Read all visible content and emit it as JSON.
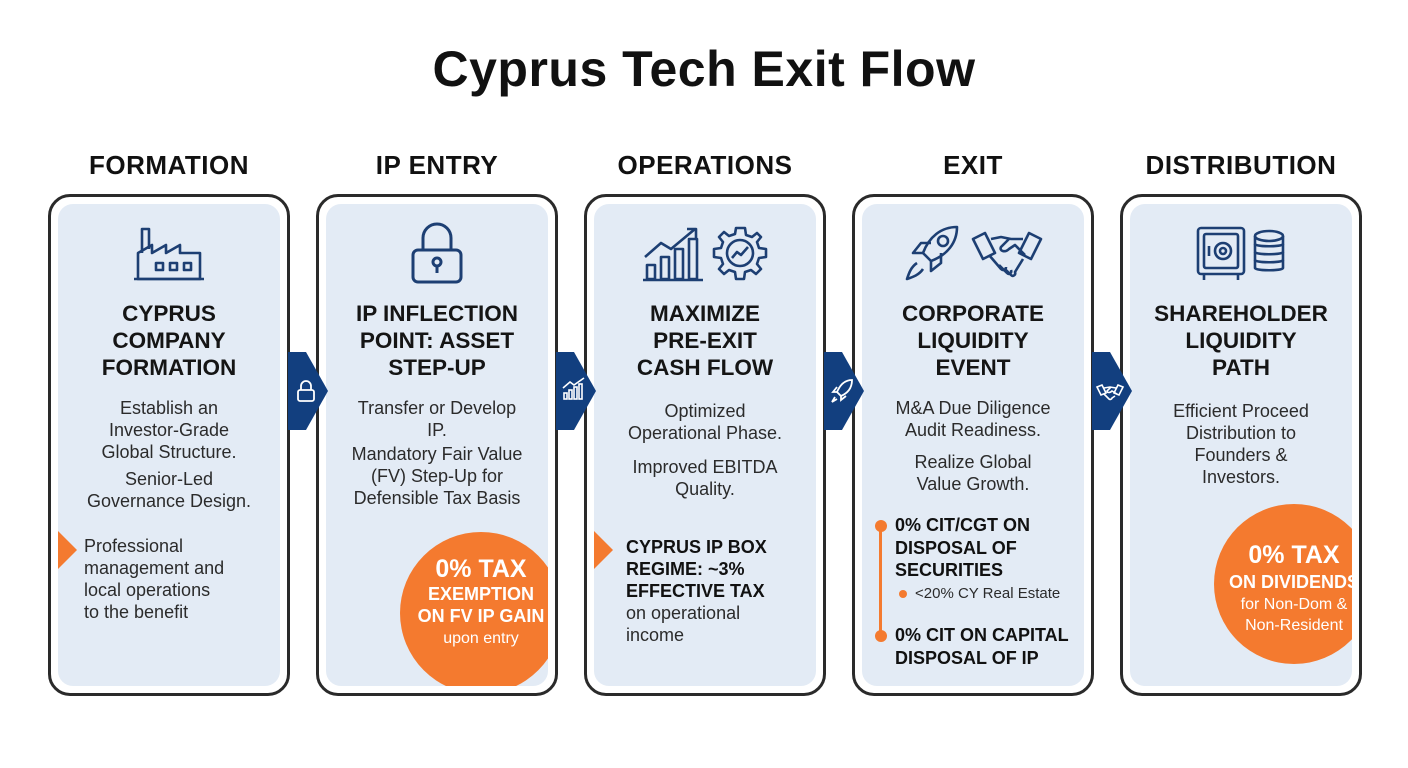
{
  "title": "Cyprus Tech Exit Flow",
  "colors": {
    "accent": "#f47a2f",
    "navy": "#123f7f",
    "card_bg": "#e3ebf5",
    "border": "#2a2a2a"
  },
  "columns": [
    {
      "stage": "FORMATION",
      "icons": [
        "factory-icon"
      ],
      "heading": [
        "CYPRUS",
        "COMPANY",
        "FORMATION"
      ],
      "lines": [
        "Establish an",
        "Investor-Grade",
        "Global Structure."
      ],
      "lines2": [
        "Senior-Led",
        "Governance Design."
      ],
      "bullet": [
        "Professional",
        "management and",
        "local operations",
        "to the benefit"
      ]
    },
    {
      "stage": "IP ENTRY",
      "icons": [
        "lock-icon"
      ],
      "heading": [
        "IP INFLECTION",
        "POINT: ASSET",
        "STEP-UP"
      ],
      "lines": [
        "Transfer or Develop",
        "IP."
      ],
      "lines2": [
        "Mandatory Fair Value",
        "(FV) Step-Up for",
        "Defensible Tax Basis"
      ],
      "circle": {
        "big": "0% TAX",
        "mid1": "EXEMPTION",
        "mid2": "ON FV IP GAIN",
        "small": "upon entry"
      }
    },
    {
      "stage": "OPERATIONS",
      "icons": [
        "bar-chart-icon",
        "gear-chart-icon"
      ],
      "heading": [
        "MAXIMIZE",
        "PRE-EXIT",
        "CASH FLOW"
      ],
      "lines": [
        "Optimized",
        "Operational Phase."
      ],
      "lines2": [
        "Improved EBITDA",
        "Quality."
      ],
      "bullet_bold": [
        "CYPRUS IP BOX",
        "REGIME: ~3%",
        "EFFECTIVE TAX"
      ],
      "bullet": [
        "on operational",
        "income"
      ]
    },
    {
      "stage": "EXIT",
      "icons": [
        "rocket-icon",
        "handshake-icon"
      ],
      "heading": [
        "CORPORATE",
        "LIQUIDITY",
        "EVENT"
      ],
      "lines": [
        "M&A Due Diligence",
        "Audit Readiness."
      ],
      "lines2": [
        "Realize Global",
        "Value Growth."
      ],
      "point1": [
        "0% CIT/CGT ON",
        "DISPOSAL OF",
        "SECURITIES"
      ],
      "point1_sub": "<20% CY Real Estate",
      "point2": [
        "0% CIT ON CAPITAL",
        "DISPOSAL OF IP"
      ]
    },
    {
      "stage": "DISTRIBUTION",
      "icons": [
        "safe-icon",
        "coins-icon"
      ],
      "heading": [
        "SHAREHOLDER",
        "LIQUIDITY",
        "PATH"
      ],
      "lines": [
        "Efficient Proceed",
        "Distribution to",
        "Founders &",
        "Investors."
      ],
      "circle": {
        "big": "0% TAX",
        "mid1": "ON DIVIDENDS",
        "small1": "for Non-Dom &",
        "small2": "Non-Resident"
      }
    }
  ],
  "arrows": [
    "lock-icon",
    "chart-icon",
    "rocket-icon",
    "handshake-icon"
  ]
}
